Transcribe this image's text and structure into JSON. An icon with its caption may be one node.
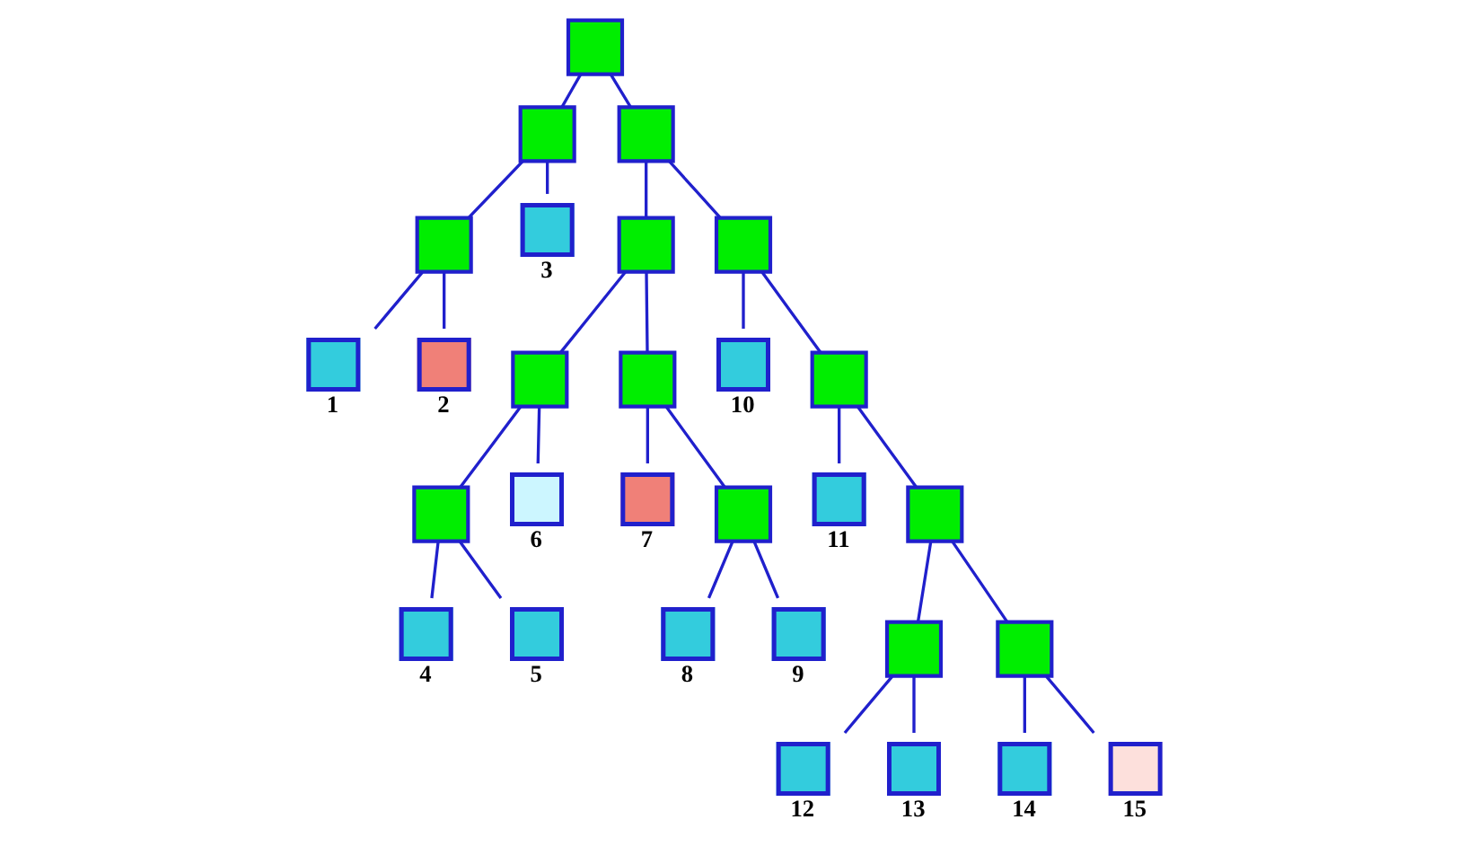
{
  "diagram": {
    "nodes": [
      {
        "text": [],
        "shape": "box"
      },
      {
        "text": [],
        "shape": "box"
      },
      {
        "text": [],
        "shape": "box"
      },
      {
        "text": [],
        "shape": "box"
      },
      {
        "text": [],
        "shape": "box",
        "beside": [
          "3"
        ]
      },
      {
        "text": [],
        "shape": "box"
      },
      {
        "text": [],
        "shape": "box"
      },
      {
        "text": [],
        "shape": "box",
        "beside": [
          "1"
        ]
      },
      {
        "text": [],
        "shape": "box",
        "beside": [
          "2"
        ]
      },
      {
        "text": [],
        "shape": "box"
      },
      {
        "text": [],
        "shape": "box"
      },
      {
        "text": [],
        "shape": "box",
        "beside": [
          "10"
        ]
      },
      {
        "text": [],
        "shape": "box"
      },
      {
        "text": [],
        "shape": "box"
      },
      {
        "text": [],
        "shape": "box",
        "beside": [
          "6"
        ]
      },
      {
        "text": [],
        "shape": "box",
        "beside": [
          "7"
        ]
      },
      {
        "text": [],
        "shape": "box"
      },
      {
        "text": [],
        "shape": "box",
        "beside": [
          "11"
        ]
      },
      {
        "text": [],
        "shape": "box"
      },
      {
        "text": [],
        "shape": "box",
        "beside": [
          "4"
        ]
      },
      {
        "text": [],
        "shape": "box",
        "beside": [
          "5"
        ]
      },
      {
        "text": [],
        "shape": "box",
        "beside": [
          "8"
        ]
      },
      {
        "text": [],
        "shape": "box",
        "beside": [
          "9"
        ]
      },
      {
        "text": [],
        "shape": "box"
      },
      {
        "text": [],
        "shape": "box"
      },
      {
        "text": [],
        "shape": "box",
        "beside": [
          "12"
        ]
      },
      {
        "text": [],
        "shape": "box",
        "beside": [
          "13"
        ]
      },
      {
        "text": [],
        "shape": "box",
        "beside": [
          "14"
        ]
      },
      {
        "text": [],
        "shape": "box",
        "beside": [
          "15"
        ]
      }
    ],
    "edges": [
      {
        "from": 0,
        "to": 1,
        "arrow": "none"
      },
      {
        "from": 0,
        "to": 2,
        "arrow": "none"
      },
      {
        "from": 1,
        "to": 3,
        "arrow": "none"
      },
      {
        "from": 1,
        "to": 4,
        "arrow": "none"
      },
      {
        "from": 3,
        "to": 7,
        "arrow": "none"
      },
      {
        "from": 3,
        "to": 8,
        "arrow": "none"
      },
      {
        "from": 2,
        "to": 5,
        "arrow": "none"
      },
      {
        "from": 2,
        "to": 6,
        "arrow": "none"
      },
      {
        "from": 5,
        "to": 9,
        "arrow": "none"
      },
      {
        "from": 5,
        "to": 10,
        "arrow": "none"
      },
      {
        "from": 9,
        "to": 13,
        "arrow": "none"
      },
      {
        "from": 9,
        "to": 14,
        "arrow": "none"
      },
      {
        "from": 13,
        "to": 19,
        "arrow": "none"
      },
      {
        "from": 13,
        "to": 20,
        "arrow": "none"
      },
      {
        "from": 10,
        "to": 15,
        "arrow": "none"
      },
      {
        "from": 10,
        "to": 16,
        "arrow": "none"
      },
      {
        "from": 16,
        "to": 21,
        "arrow": "none"
      },
      {
        "from": 16,
        "to": 22,
        "arrow": "none"
      },
      {
        "from": 6,
        "to": 11,
        "arrow": "none"
      },
      {
        "from": 6,
        "to": 12,
        "arrow": "none"
      },
      {
        "from": 12,
        "to": 17,
        "arrow": "none"
      },
      {
        "from": 12,
        "to": 18,
        "arrow": "none"
      },
      {
        "from": 18,
        "to": 23,
        "arrow": "none"
      },
      {
        "from": 18,
        "to": 24,
        "arrow": "none"
      },
      {
        "from": 23,
        "to": 25,
        "arrow": "none"
      },
      {
        "from": 23,
        "to": 26,
        "arrow": "none"
      },
      {
        "from": 24,
        "to": 27,
        "arrow": "none"
      },
      {
        "from": 24,
        "to": 28,
        "arrow": "none"
      }
    ]
  }
}
